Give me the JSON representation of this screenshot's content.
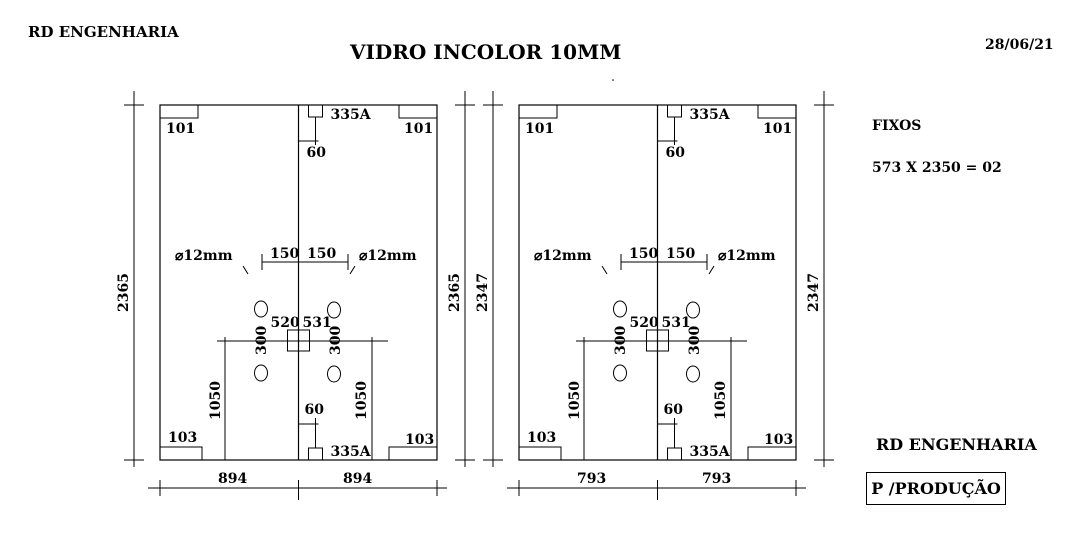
{
  "header": {
    "company": "RD ENGENHARIA",
    "title": "VIDRO INCOLOR 10MM",
    "date": "28/06/21"
  },
  "info": {
    "fixos_label": "FIXOS",
    "fixos_quantity": "573 X 2350 = 02"
  },
  "footer": {
    "company": "RD ENGENHARIA",
    "stamp": "P /PRODUÇÃO"
  },
  "panels": [
    {
      "left_height": "2365",
      "right_height": "2365",
      "bottom_left_width": "894",
      "bottom_right_width": "894",
      "corner_top_left": "101",
      "corner_top_right": "101",
      "corner_bottom_left": "103",
      "corner_bottom_right": "103",
      "top_fitting": "335A",
      "bottom_fitting": "335A",
      "top_offset": "60",
      "bottom_offset": "60",
      "hole_left": "⌀12mm",
      "hole_right": "⌀12mm",
      "hole_spacing_left": "150",
      "hole_spacing_right": "150",
      "lock_left": "520",
      "lock_right": "531",
      "vertical_spacing_left": "300",
      "vertical_spacing_right": "300",
      "lower_height_left": "1050",
      "lower_height_right": "1050"
    },
    {
      "left_height": "2347",
      "right_height": "2347",
      "bottom_left_width": "793",
      "bottom_right_width": "793",
      "corner_top_left": "101",
      "corner_top_right": "101",
      "corner_bottom_left": "103",
      "corner_bottom_right": "103",
      "top_fitting": "335A",
      "bottom_fitting": "335A",
      "top_offset": "60",
      "bottom_offset": "60",
      "hole_left": "⌀12mm",
      "hole_right": "⌀12mm",
      "hole_spacing_left": "150",
      "hole_spacing_right": "150",
      "lock_left": "520",
      "lock_right": "531",
      "vertical_spacing_left": "300",
      "vertical_spacing_right": "300",
      "lower_height_left": "1050",
      "lower_height_right": "1050"
    }
  ]
}
